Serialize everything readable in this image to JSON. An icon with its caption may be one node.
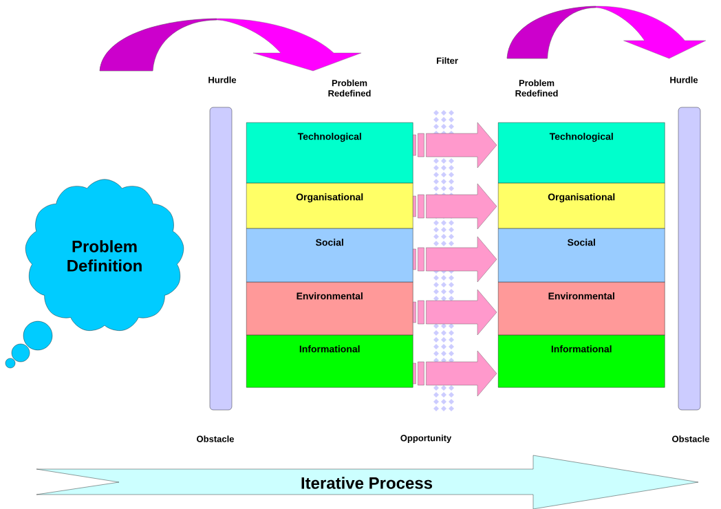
{
  "diagram": {
    "nodes": [
      {
        "text": [
          "Problem Definition"
        ]
      },
      {
        "text": [
          "Technological"
        ]
      },
      {
        "text": [
          "Organisational"
        ]
      },
      {
        "text": [
          "Social"
        ]
      },
      {
        "text": [
          "Environmental"
        ]
      },
      {
        "text": [
          "Informational"
        ]
      },
      {
        "text": [
          "Technological"
        ]
      },
      {
        "text": [
          "Organisational"
        ]
      },
      {
        "text": [
          "Social"
        ]
      },
      {
        "text": [
          "Environmental"
        ]
      },
      {
        "text": [
          "Informational"
        ]
      },
      {
        "text": [
          "Iterative Process"
        ]
      },
      {
        "text": [],
        "shape": "bar"
      },
      {
        "text": [],
        "shape": "bar"
      }
    ],
    "edges": [
      {
        "from": 1,
        "to": 6,
        "arrow": "to"
      },
      {
        "from": 2,
        "to": 7,
        "arrow": "to"
      },
      {
        "from": 3,
        "to": 8,
        "arrow": "to"
      },
      {
        "from": 4,
        "to": 9,
        "arrow": "to"
      },
      {
        "from": 5,
        "to": 10,
        "arrow": "to"
      }
    ],
    "labels": [
      "Filter",
      "Hurdle",
      "Problem Redefined",
      "Problem Redefined",
      "Hurdle",
      "Obstacle",
      "Opportunity",
      "Obstacle"
    ]
  }
}
